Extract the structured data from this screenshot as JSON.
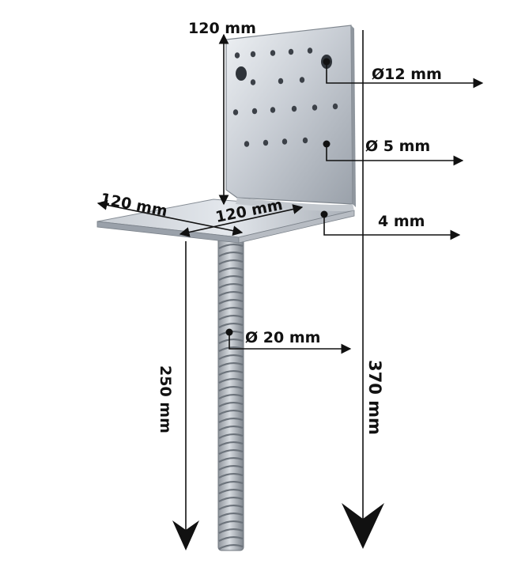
{
  "labels": {
    "plate_height": "120 mm",
    "hole_large": "Ø12 mm",
    "hole_small": "Ø 5 mm",
    "thickness": "4 mm",
    "base_depth": "120 mm",
    "base_width": "120 mm",
    "rod_diameter": "Ø 20 mm",
    "rod_length": "250 mm",
    "total_height": "370 mm"
  },
  "colors": {
    "metal_light": "#dfe3e8",
    "metal_mid": "#aeb4bc",
    "metal_dark": "#7c838c",
    "ink": "#111111"
  }
}
